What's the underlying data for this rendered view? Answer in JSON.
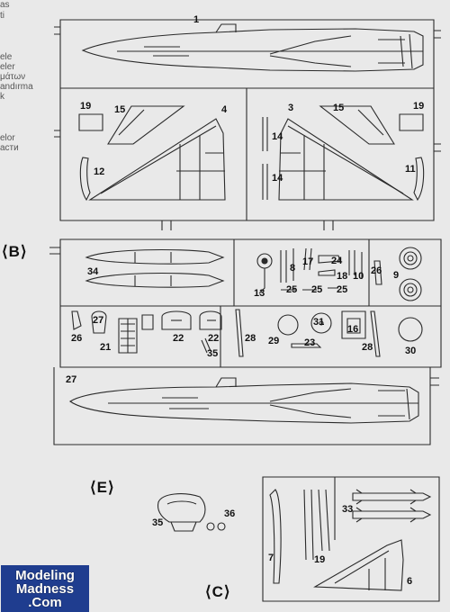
{
  "background_text": [
    "as",
    "ti",
    "ele",
    "eler",
    "μάτων",
    "andırma",
    "k",
    "elor",
    "асти"
  ],
  "sprues": {
    "B": "B",
    "C": "C",
    "E": "E"
  },
  "part_numbers": {
    "p1": "1",
    "p3": "3",
    "p4": "4",
    "p6": "6",
    "p7": "7",
    "p8": "8",
    "p9": "9",
    "p10": "10",
    "p11": "11",
    "p12": "12",
    "p13": "13",
    "p14a": "14",
    "p14b": "14",
    "p15a": "15",
    "p15b": "15",
    "p16": "16",
    "p17": "17",
    "p18": "18",
    "p19a": "19",
    "p19b": "19",
    "p19c": "19",
    "p21": "21",
    "p22a": "22",
    "p22b": "22",
    "p23": "23",
    "p24": "24",
    "p25a": "25",
    "p25b": "25",
    "p25c": "25",
    "p26a": "26",
    "p26b": "26",
    "p27a": "27",
    "p27b": "27",
    "p28a": "28",
    "p28b": "28",
    "p29": "29",
    "p30": "30",
    "p31": "31",
    "p33": "33",
    "p34": "34",
    "p35a": "35",
    "p35b": "35",
    "p36": "36"
  },
  "logo": {
    "line1": "Modeling",
    "line2": "Madness",
    "line3": ".Com"
  }
}
